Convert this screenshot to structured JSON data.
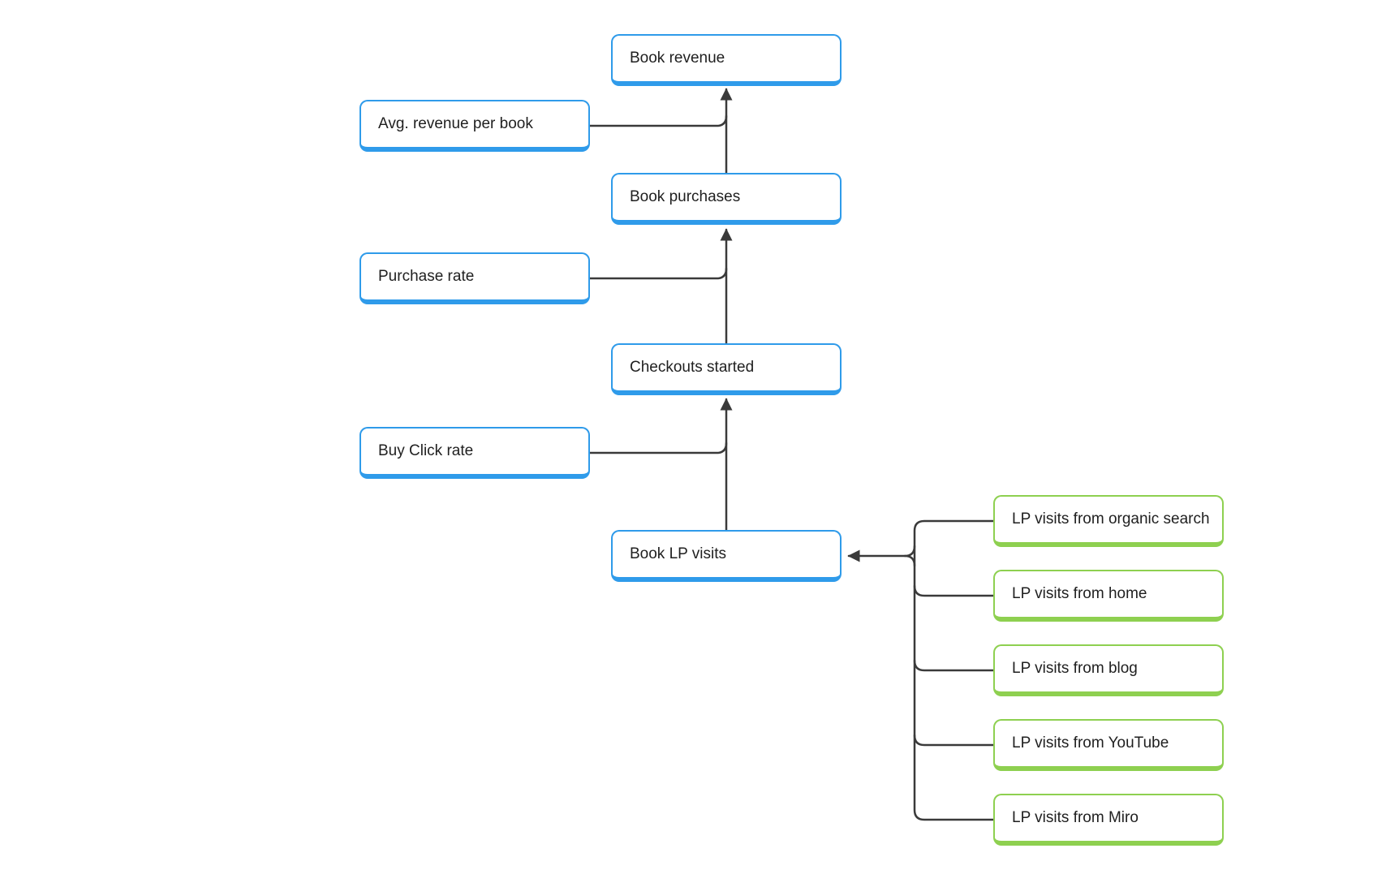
{
  "diagram": {
    "colors": {
      "metric_node_border": "#2f9bea",
      "source_node_border": "#8ed050",
      "connector": "#3a3a3a",
      "node_fill": "#ffffff",
      "text_color": "#1f1f1f",
      "canvas_background": "#ffffff"
    },
    "nodes": [
      {
        "id": "book-revenue",
        "label": "Book revenue",
        "kind": "metric"
      },
      {
        "id": "avg-revenue-per-book",
        "label": "Avg. revenue per book",
        "kind": "metric"
      },
      {
        "id": "book-purchases",
        "label": "Book purchases",
        "kind": "metric"
      },
      {
        "id": "purchase-rate",
        "label": "Purchase rate",
        "kind": "metric"
      },
      {
        "id": "checkouts-started",
        "label": "Checkouts started",
        "kind": "metric"
      },
      {
        "id": "buy-click-rate",
        "label": "Buy Click rate",
        "kind": "metric"
      },
      {
        "id": "book-lp-visits",
        "label": "Book LP visits",
        "kind": "metric"
      },
      {
        "id": "lp-visits-organic-search",
        "label": "LP visits from organic search",
        "kind": "source"
      },
      {
        "id": "lp-visits-home",
        "label": "LP visits from home",
        "kind": "source"
      },
      {
        "id": "lp-visits-blog",
        "label": "LP visits from blog",
        "kind": "source"
      },
      {
        "id": "lp-visits-youtube",
        "label": "LP visits from YouTube",
        "kind": "source"
      },
      {
        "id": "lp-visits-miro",
        "label": "LP visits from Miro",
        "kind": "source"
      }
    ],
    "edges": [
      {
        "from": "book-purchases",
        "to": "book-revenue"
      },
      {
        "from": "avg-revenue-per-book",
        "to": "book-revenue"
      },
      {
        "from": "checkouts-started",
        "to": "book-purchases"
      },
      {
        "from": "purchase-rate",
        "to": "book-purchases"
      },
      {
        "from": "book-lp-visits",
        "to": "checkouts-started"
      },
      {
        "from": "buy-click-rate",
        "to": "checkouts-started"
      },
      {
        "from": "lp-visits-organic-search",
        "to": "book-lp-visits"
      },
      {
        "from": "lp-visits-home",
        "to": "book-lp-visits"
      },
      {
        "from": "lp-visits-blog",
        "to": "book-lp-visits"
      },
      {
        "from": "lp-visits-youtube",
        "to": "book-lp-visits"
      },
      {
        "from": "lp-visits-miro",
        "to": "book-lp-visits"
      }
    ]
  }
}
